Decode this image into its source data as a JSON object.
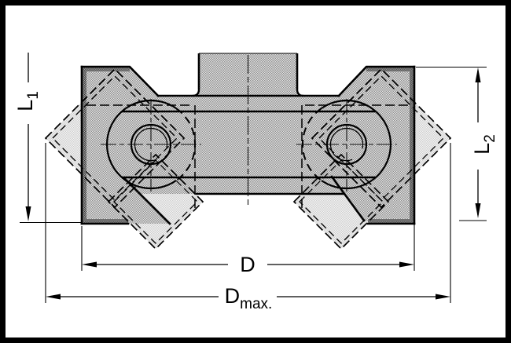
{
  "drawing": {
    "title": "milling-cutter-head-dimension-drawing",
    "dimensions": {
      "l1": {
        "main": "L",
        "sub": "1"
      },
      "l2": {
        "main": "L",
        "sub": "2"
      },
      "d": {
        "main": "D",
        "sub": ""
      },
      "dmax": {
        "main": "D",
        "sub": "max."
      }
    },
    "colors": {
      "line": "#000000",
      "frame": "#000000",
      "body_stipple": "#bcbcbc",
      "insert_stipple": "#e3e3e3",
      "hatch_band": "#3a3a3a",
      "background": "#ffffff"
    }
  }
}
